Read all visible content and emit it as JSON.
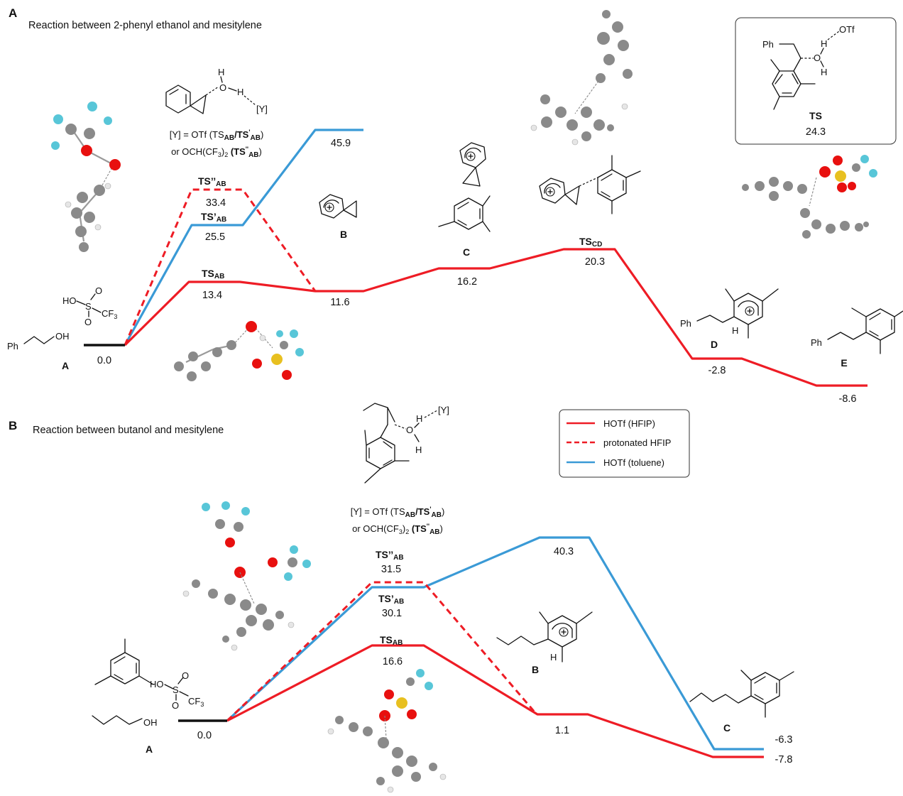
{
  "panel_a": {
    "letter": "A",
    "title": "Reaction between 2-phenyl ethanol and mesitylene",
    "ts_box": {
      "label": "TS",
      "energy": "24.3",
      "ph": "Ph",
      "otf": "OTf",
      "o": "O",
      "h1": "H",
      "h2": "H"
    },
    "y_note": [
      "[Y] = OTf (TS",
      "AB",
      "/TS",
      "'",
      "AB",
      ")"
    ],
    "y_note2": [
      "or OCH(CF",
      "3",
      ")",
      "2",
      " (TS",
      "''",
      "AB",
      ")"
    ],
    "oh_h": "H",
    "oh_o": "O",
    "oh_h2": "H",
    "oh_y": "[Y]",
    "species": [
      {
        "id": "A",
        "label": "A",
        "energy": "0.0"
      },
      {
        "id": "TSAB",
        "label": "TS",
        "sub": "AB",
        "energy": "13.4"
      },
      {
        "id": "TS1AB",
        "label": "TS’",
        "sub": "AB",
        "energy": "25.5"
      },
      {
        "id": "TS2AB",
        "label": "TS’’",
        "sub": "AB",
        "energy": "33.4"
      },
      {
        "id": "TStol",
        "energy": "45.9"
      },
      {
        "id": "B",
        "label": "B",
        "energy": "11.6"
      },
      {
        "id": "C",
        "label": "C",
        "energy": "16.2"
      },
      {
        "id": "TSCD",
        "label": "TS",
        "sub": "CD",
        "energy": "20.3"
      },
      {
        "id": "D",
        "label": "D",
        "energy": "-2.8"
      },
      {
        "id": "E",
        "label": "E",
        "energy": "-8.6"
      }
    ],
    "reagent": {
      "ho": "HO",
      "s": "S",
      "o1": "O",
      "o2": "O",
      "cf3": "CF",
      "three": "3"
    },
    "sm": {
      "ph": "Ph",
      "oh": "OH"
    },
    "ph_d": "Ph",
    "h_d": "H",
    "ph_e": "Ph"
  },
  "panel_b": {
    "letter": "B",
    "title": "Reaction between butanol and mesitylene",
    "y_note": [
      "[Y] = OTf (TS",
      "AB",
      "/TS",
      "'",
      "AB",
      ")"
    ],
    "y_note2": [
      "or OCH(CF",
      "3",
      ")",
      "2",
      " (TS",
      "''",
      "AB",
      ")"
    ],
    "ts_y": "[Y]",
    "ts_o": "O",
    "ts_h1": "H",
    "ts_h2": "H",
    "species": [
      {
        "id": "A",
        "label": "A",
        "energy": "0.0"
      },
      {
        "id": "TSAB",
        "label": "TS",
        "sub": "AB",
        "energy": "16.6"
      },
      {
        "id": "TS1AB",
        "label": "TS’",
        "sub": "AB",
        "energy": "30.1"
      },
      {
        "id": "TS2AB",
        "label": "TS’’",
        "sub": "AB",
        "energy": "31.5"
      },
      {
        "id": "TStol",
        "energy": "40.3"
      },
      {
        "id": "B",
        "label": "B",
        "energy": "1.1"
      },
      {
        "id": "C",
        "label": "C",
        "energy": "-6.3"
      },
      {
        "id": "C2",
        "energy": "-7.8"
      }
    ],
    "reagent": {
      "ho": "HO",
      "s": "S",
      "o1": "O",
      "o2": "O",
      "cf3": "CF",
      "three": "3"
    },
    "sm": {
      "oh": "OH"
    },
    "h_b": "H"
  },
  "legend": [
    {
      "label": "HOTf (HFIP)",
      "color": "#ee1c25",
      "style": "solid"
    },
    {
      "label": "protonated HFIP",
      "color": "#ee1c25",
      "style": "dashed"
    },
    {
      "label": "HOTf (toluene)",
      "color": "#3a9ad6",
      "style": "solid"
    }
  ],
  "colors": {
    "hfip": "#ee1c25",
    "toluene": "#3a9ad6",
    "reference": "#111111",
    "oxygen": "#e8100f",
    "fluorine": "#58c6d8",
    "sulfur": "#e8c020",
    "carbon": "#8a8a8a",
    "hydrogen": "#e6e6e6"
  }
}
